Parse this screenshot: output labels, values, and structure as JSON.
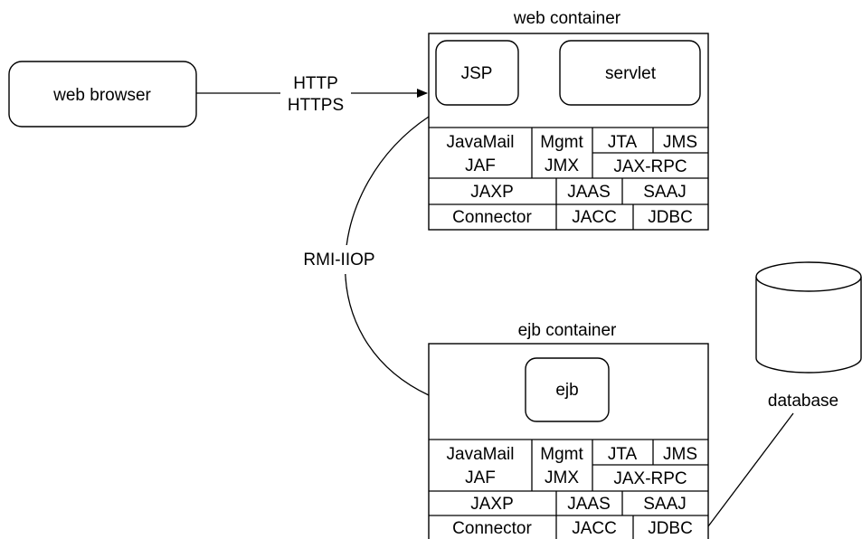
{
  "browser": {
    "label": "web browser"
  },
  "protocols": {
    "http": "HTTP",
    "https": "HTTPS",
    "rmi": "RMI-IIOP"
  },
  "web_container": {
    "title": "web container",
    "components": [
      "JSP",
      "servlet"
    ]
  },
  "ejb_container": {
    "title": "ejb container",
    "components": [
      "ejb"
    ]
  },
  "services": {
    "javamail": "JavaMail",
    "jaf": "JAF",
    "mgmt": "Mgmt",
    "jmx": "JMX",
    "jta": "JTA",
    "jms": "JMS",
    "jaxrpc": "JAX-RPC",
    "jaxp": "JAXP",
    "jaas": "JAAS",
    "saaj": "SAAJ",
    "connector": "Connector",
    "jacc": "JACC",
    "jdbc": "JDBC"
  },
  "database": {
    "label": "database"
  }
}
